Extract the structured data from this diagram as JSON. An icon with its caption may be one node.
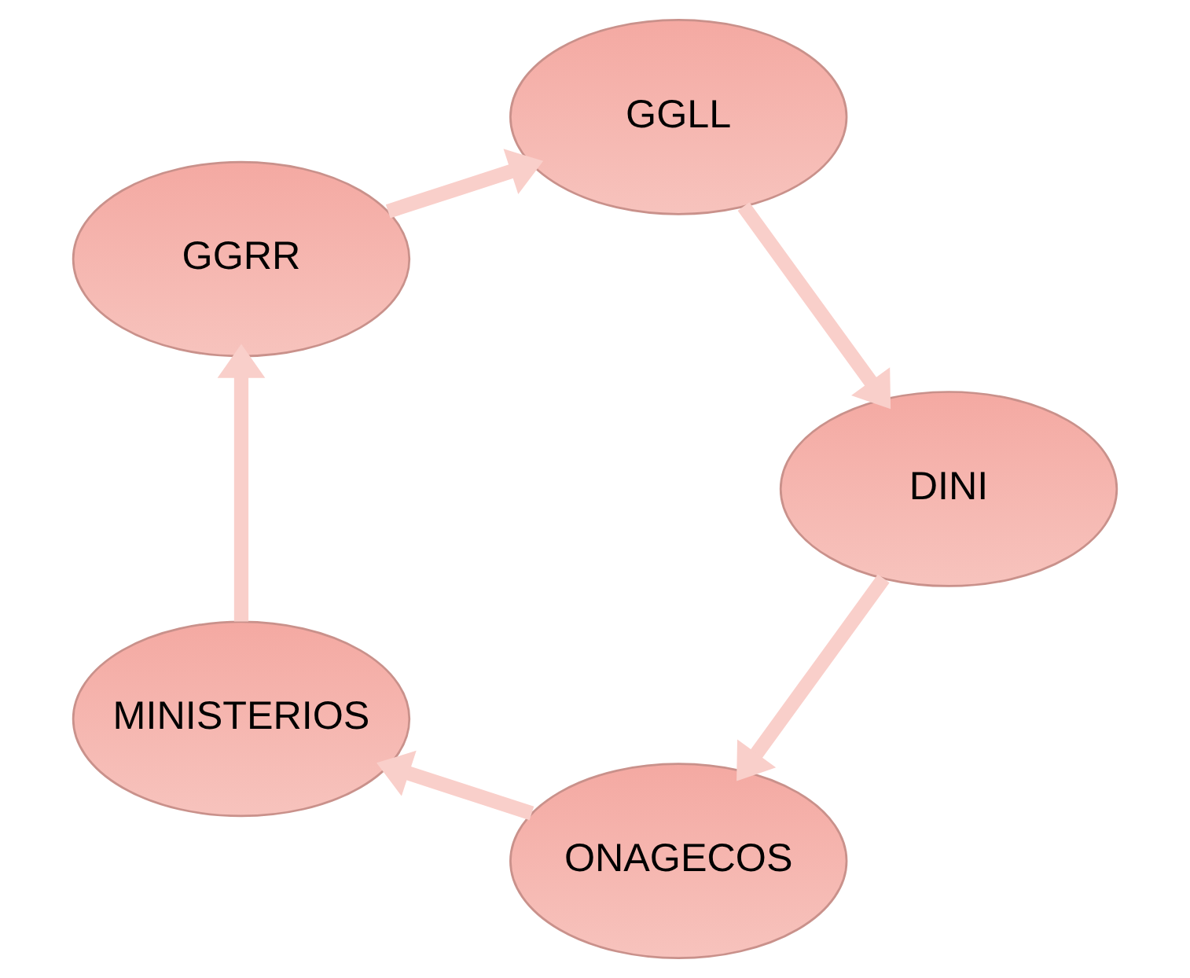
{
  "diagram": {
    "nodes": [
      {
        "text": [
          "ONAGECOS"
        ]
      },
      {
        "text": [
          "MINISTERIOS"
        ]
      },
      {
        "text": [
          "GGRR"
        ]
      },
      {
        "text": [
          "GGLL"
        ]
      },
      {
        "text": [
          "DINI"
        ]
      }
    ],
    "edges": [
      {
        "from": 0,
        "to": 1,
        "arrow": "to"
      },
      {
        "from": 1,
        "to": 2,
        "arrow": "to"
      },
      {
        "from": 2,
        "to": 3,
        "arrow": "to"
      },
      {
        "from": 3,
        "to": 4,
        "arrow": "to"
      },
      {
        "from": 4,
        "to": 0,
        "arrow": "to"
      }
    ]
  }
}
